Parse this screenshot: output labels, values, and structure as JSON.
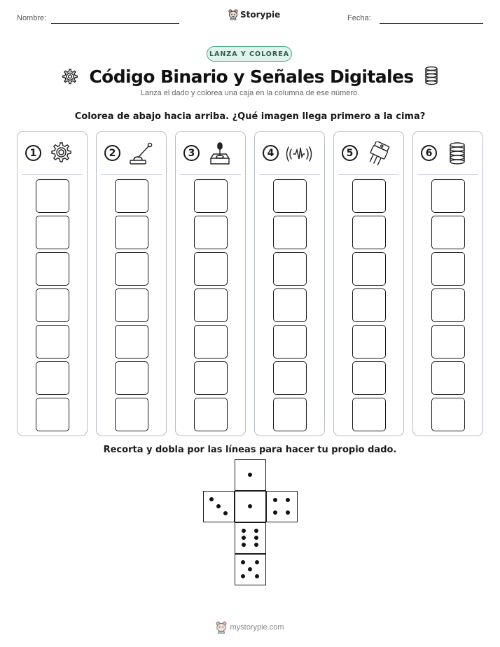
{
  "header": {
    "name_label": "Nombre:",
    "date_label": "Fecha:",
    "brand": "Storypie"
  },
  "badge": "LANZA Y COLOREA",
  "title": "Código Binario y Señales Digitales",
  "title_icons": [
    "gear-icon",
    "spring-icon"
  ],
  "subtitle": "Lanza el dado y colorea una caja en la columna de ese número.",
  "instruction": "Colorea de abajo hacia arriba. ¿Qué imagen llega primero a la cima?",
  "columns": [
    {
      "number": "1",
      "icon": "gear-icon",
      "boxes": 7
    },
    {
      "number": "2",
      "icon": "lever-switch-icon",
      "boxes": 7
    },
    {
      "number": "3",
      "icon": "joystick-icon",
      "boxes": 7
    },
    {
      "number": "4",
      "icon": "signal-wave-icon",
      "boxes": 7
    },
    {
      "number": "5",
      "icon": "transistor-icon",
      "boxes": 7
    },
    {
      "number": "6",
      "icon": "spring-icon",
      "boxes": 7
    }
  ],
  "dice_instruction": "Recorta y dobla por las líneas para hacer tu propio dado.",
  "dice_faces": [
    1,
    3,
    1,
    4,
    6,
    5
  ],
  "footer": "mystorypie.com",
  "colors": {
    "badge_border": "#4aa58a",
    "badge_fill": "#dff3ec",
    "column_border": "#b9bdc9"
  }
}
